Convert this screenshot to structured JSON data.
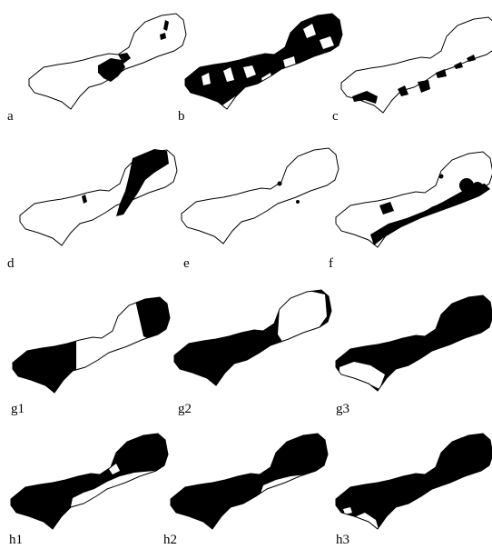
{
  "panels": [
    {
      "id": "a",
      "label": "a"
    },
    {
      "id": "b",
      "label": "b"
    },
    {
      "id": "c",
      "label": "c"
    },
    {
      "id": "d",
      "label": "d"
    },
    {
      "id": "e",
      "label": "e"
    },
    {
      "id": "f",
      "label": "f"
    },
    {
      "id": "g1",
      "label": "g1"
    },
    {
      "id": "g2",
      "label": "g2"
    },
    {
      "id": "g3",
      "label": "g3"
    },
    {
      "id": "h1",
      "label": "h1"
    },
    {
      "id": "h2",
      "label": "h2"
    },
    {
      "id": "h3",
      "label": "h3"
    }
  ],
  "colors": {
    "fill": "#000000",
    "outline": "#000000",
    "background": "#ffffff"
  }
}
